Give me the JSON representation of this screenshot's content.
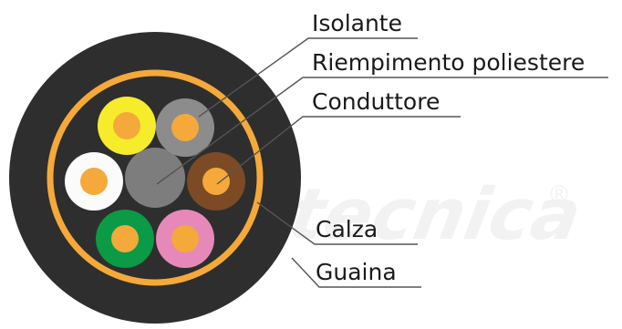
{
  "labels": {
    "isolante": "Isolante",
    "riempimento": "Riempimento poliestere",
    "conduttore": "Conduttore",
    "calza": "Calza",
    "guaina": "Guaina"
  },
  "watermark": {
    "text": "tecnica",
    "registered": "®"
  },
  "colors": {
    "sheath": "#2e2e2e",
    "braid": "#f4a93a",
    "copper": "#f4a93a",
    "filler": "#7d7d7d",
    "conductor_colors": [
      "yellow",
      "grey",
      "white",
      "brown",
      "green",
      "pink"
    ]
  }
}
